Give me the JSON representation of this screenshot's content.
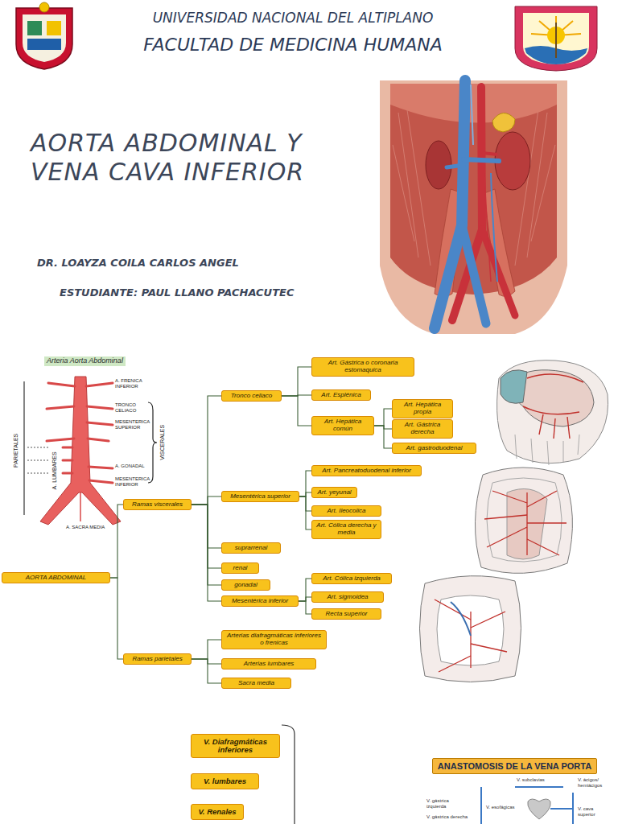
{
  "diagram": {
    "title": "AORTA ABDOMINAL Y VENA CAVA INFERIOR",
    "nodes": [
      {
        "text": [
          "AORTA ABDOMINAL"
        ]
      },
      {
        "text": [
          "Ramas viscerales"
        ]
      },
      {
        "text": [
          "Tronco celiaco"
        ]
      },
      {
        "text": [
          "Art. Gástrica o coronaria estomaquica"
        ]
      },
      {
        "text": [
          "Art. Esplénica"
        ]
      },
      {
        "text": [
          "Art. Hepática común"
        ]
      },
      {
        "text": [
          "Art. Hepática propia"
        ]
      },
      {
        "text": [
          "Art. Gástrica derecha"
        ]
      },
      {
        "text": [
          "Art. gastroduodenal"
        ]
      },
      {
        "text": [
          "Mesentérica superior"
        ]
      },
      {
        "text": [
          "Art. Pancreatoduodenal inferior"
        ]
      },
      {
        "text": [
          "Art. yeyunal"
        ]
      },
      {
        "text": [
          "Art. Ileocolica"
        ]
      },
      {
        "text": [
          "Art. Cólica derecha y media"
        ]
      },
      {
        "text": [
          "suprarrenal"
        ]
      },
      {
        "text": [
          "renal"
        ]
      },
      {
        "text": [
          "gonadal"
        ]
      },
      {
        "text": [
          "Mesentérica inferior"
        ]
      },
      {
        "text": [
          "Art. Cólica izquierda"
        ]
      },
      {
        "text": [
          "Art. sigmoidea"
        ]
      },
      {
        "text": [
          "Recta superior"
        ]
      },
      {
        "text": [
          "Ramas parietales"
        ]
      },
      {
        "text": [
          "Arterias diafragmáticas inferiores o frenicas"
        ]
      },
      {
        "text": [
          "Arterias lumbares"
        ]
      },
      {
        "text": [
          "Sacra media"
        ]
      },
      {
        "text": [
          "V. Diafragmáticas inferiores"
        ]
      },
      {
        "text": [
          "V. lumbares"
        ]
      },
      {
        "text": [
          "V. Renales"
        ]
      },
      {
        "text": [
          "ANASTOMOSIS DE LA VENA PORTA"
        ]
      }
    ],
    "edges": [
      {
        "from": 0,
        "to": 1,
        "arrow": "none"
      },
      {
        "from": 0,
        "to": 21,
        "arrow": "none"
      },
      {
        "from": 1,
        "to": 2,
        "arrow": "none"
      },
      {
        "from": 1,
        "to": 9,
        "arrow": "none"
      },
      {
        "from": 1,
        "to": 14,
        "arrow": "none"
      },
      {
        "from": 1,
        "to": 15,
        "arrow": "none"
      },
      {
        "from": 1,
        "to": 16,
        "arrow": "none"
      },
      {
        "from": 1,
        "to": 17,
        "arrow": "none"
      },
      {
        "from": 2,
        "to": 3,
        "arrow": "none"
      },
      {
        "from": 2,
        "to": 4,
        "arrow": "none"
      },
      {
        "from": 2,
        "to": 5,
        "arrow": "none"
      },
      {
        "from": 5,
        "to": 6,
        "arrow": "none"
      },
      {
        "from": 5,
        "to": 7,
        "arrow": "none"
      },
      {
        "from": 5,
        "to": 8,
        "arrow": "none"
      },
      {
        "from": 9,
        "to": 10,
        "arrow": "none"
      },
      {
        "from": 9,
        "to": 11,
        "arrow": "none"
      },
      {
        "from": 9,
        "to": 12,
        "arrow": "none"
      },
      {
        "from": 9,
        "to": 13,
        "arrow": "none"
      },
      {
        "from": 17,
        "to": 18,
        "arrow": "none"
      },
      {
        "from": 17,
        "to": 19,
        "arrow": "none"
      },
      {
        "from": 17,
        "to": 20,
        "arrow": "none"
      },
      {
        "from": 21,
        "to": 22,
        "arrow": "none"
      },
      {
        "from": 21,
        "to": 23,
        "arrow": "none"
      },
      {
        "from": 21,
        "to": 24,
        "arrow": "none"
      }
    ],
    "labels": [
      "UNIVERSIDAD NACIONAL DEL ALTIPLANO",
      "FACULTAD DE MEDICINA HUMANA",
      "DR. LOAYZA COILA CARLOS ANGEL",
      "ESTUDIANTE: PAUL LLANO PACHACUTEC",
      "Arteria Aorta Abdominal",
      "A. FRENICA INFERIOR",
      "TRONCO CELIACO",
      "MESENTERICA SUPERIOR",
      "A. GONADAL",
      "MESENTERICA INFERIOR",
      "A. LUMBARES",
      "PARIETALES",
      "VISCERALES",
      "A. SACRA MEDIA",
      "V. gástrica izquierda",
      "V. subclavias",
      "V. esofágicas",
      "V. ácigos/ hemiácigos",
      "V. cava superior",
      "V. gástrica derecha"
    ]
  }
}
